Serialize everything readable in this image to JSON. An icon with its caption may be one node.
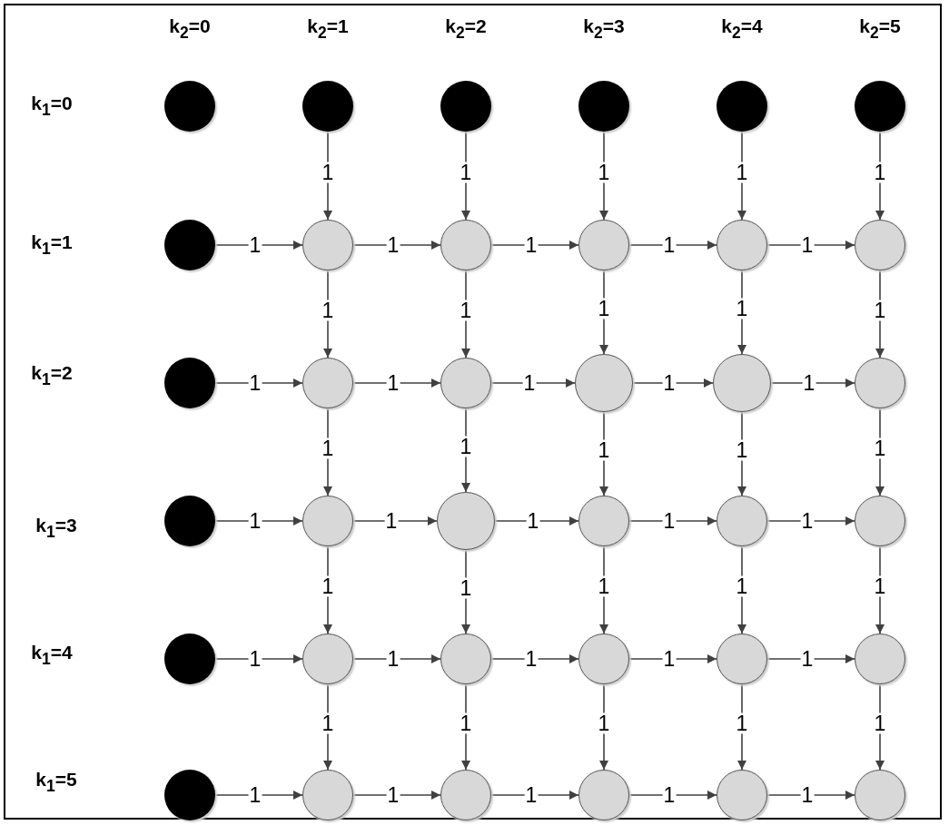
{
  "diagram": {
    "nodes": [
      {
        "text": [],
        "shape": "circle"
      },
      {
        "text": [],
        "shape": "circle"
      },
      {
        "text": [],
        "shape": "circle"
      },
      {
        "text": [],
        "shape": "circle"
      },
      {
        "text": [],
        "shape": "circle"
      },
      {
        "text": [],
        "shape": "circle"
      },
      {
        "text": [],
        "shape": "circle"
      },
      {
        "text": [],
        "shape": "circle"
      },
      {
        "text": [],
        "shape": "circle"
      },
      {
        "text": [],
        "shape": "circle"
      },
      {
        "text": [],
        "shape": "circle"
      },
      {
        "text": [],
        "shape": "circle"
      },
      {
        "text": [],
        "shape": "circle"
      },
      {
        "text": [],
        "shape": "circle"
      },
      {
        "text": [],
        "shape": "circle"
      },
      {
        "text": [],
        "shape": "circle"
      },
      {
        "text": [],
        "shape": "circle"
      },
      {
        "text": [],
        "shape": "circle"
      },
      {
        "text": [],
        "shape": "circle"
      },
      {
        "text": [],
        "shape": "circle"
      },
      {
        "text": [],
        "shape": "circle"
      },
      {
        "text": [],
        "shape": "circle"
      },
      {
        "text": [],
        "shape": "circle"
      },
      {
        "text": [],
        "shape": "circle"
      },
      {
        "text": [],
        "shape": "circle"
      },
      {
        "text": [],
        "shape": "circle"
      },
      {
        "text": [],
        "shape": "circle"
      },
      {
        "text": [],
        "shape": "circle"
      },
      {
        "text": [],
        "shape": "circle"
      },
      {
        "text": [],
        "shape": "circle"
      },
      {
        "text": [],
        "shape": "circle"
      },
      {
        "text": [],
        "shape": "circle"
      },
      {
        "text": [],
        "shape": "circle"
      },
      {
        "text": [],
        "shape": "circle"
      },
      {
        "text": [],
        "shape": "circle"
      },
      {
        "text": [],
        "shape": "circle"
      }
    ],
    "edges": [
      {
        "from": 1,
        "to": 7,
        "arrow": "to",
        "label": "1"
      },
      {
        "from": 2,
        "to": 8,
        "arrow": "to",
        "label": "1"
      },
      {
        "from": 3,
        "to": 9,
        "arrow": "to",
        "label": "1"
      },
      {
        "from": 4,
        "to": 10,
        "arrow": "to",
        "label": "1"
      },
      {
        "from": 5,
        "to": 11,
        "arrow": "to",
        "label": "1"
      },
      {
        "from": 6,
        "to": 7,
        "arrow": "to",
        "label": "1"
      },
      {
        "from": 7,
        "to": 8,
        "arrow": "to",
        "label": "1"
      },
      {
        "from": 8,
        "to": 9,
        "arrow": "to",
        "label": "1"
      },
      {
        "from": 9,
        "to": 10,
        "arrow": "to",
        "label": "1"
      },
      {
        "from": 10,
        "to": 11,
        "arrow": "to",
        "label": "1"
      },
      {
        "from": 7,
        "to": 13,
        "arrow": "to",
        "label": "1"
      },
      {
        "from": 8,
        "to": 14,
        "arrow": "to",
        "label": "1"
      },
      {
        "from": 9,
        "to": 15,
        "arrow": "to",
        "label": "1"
      },
      {
        "from": 10,
        "to": 16,
        "arrow": "to",
        "label": "1"
      },
      {
        "from": 11,
        "to": 17,
        "arrow": "to",
        "label": "1"
      },
      {
        "from": 12,
        "to": 13,
        "arrow": "to",
        "label": "1"
      },
      {
        "from": 13,
        "to": 14,
        "arrow": "to",
        "label": "1"
      },
      {
        "from": 14,
        "to": 15,
        "arrow": "to",
        "label": "1"
      },
      {
        "from": 15,
        "to": 16,
        "arrow": "to",
        "label": "1"
      },
      {
        "from": 16,
        "to": 17,
        "arrow": "to",
        "label": "1"
      },
      {
        "from": 13,
        "to": 19,
        "arrow": "to",
        "label": "1"
      },
      {
        "from": 14,
        "to": 20,
        "arrow": "to",
        "label": "1"
      },
      {
        "from": 15,
        "to": 21,
        "arrow": "to",
        "label": "1"
      },
      {
        "from": 16,
        "to": 22,
        "arrow": "to",
        "label": "1"
      },
      {
        "from": 17,
        "to": 23,
        "arrow": "to",
        "label": "1"
      },
      {
        "from": 18,
        "to": 19,
        "arrow": "to",
        "label": "1"
      },
      {
        "from": 19,
        "to": 20,
        "arrow": "to",
        "label": "1"
      },
      {
        "from": 20,
        "to": 21,
        "arrow": "to",
        "label": "1"
      },
      {
        "from": 21,
        "to": 22,
        "arrow": "to",
        "label": "1"
      },
      {
        "from": 22,
        "to": 23,
        "arrow": "to",
        "label": "1"
      },
      {
        "from": 19,
        "to": 25,
        "arrow": "to",
        "label": "1"
      },
      {
        "from": 20,
        "to": 26,
        "arrow": "to",
        "label": "1"
      },
      {
        "from": 21,
        "to": 27,
        "arrow": "to",
        "label": "1"
      },
      {
        "from": 22,
        "to": 28,
        "arrow": "to",
        "label": "1"
      },
      {
        "from": 23,
        "to": 29,
        "arrow": "to",
        "label": "1"
      },
      {
        "from": 24,
        "to": 25,
        "arrow": "to",
        "label": "1"
      },
      {
        "from": 25,
        "to": 26,
        "arrow": "to",
        "label": "1"
      },
      {
        "from": 26,
        "to": 27,
        "arrow": "to",
        "label": "1"
      },
      {
        "from": 27,
        "to": 28,
        "arrow": "to",
        "label": "1"
      },
      {
        "from": 28,
        "to": 29,
        "arrow": "to",
        "label": "1"
      },
      {
        "from": 25,
        "to": 31,
        "arrow": "to",
        "label": "1"
      },
      {
        "from": 26,
        "to": 32,
        "arrow": "to",
        "label": "1"
      },
      {
        "from": 27,
        "to": 33,
        "arrow": "to",
        "label": "1"
      },
      {
        "from": 28,
        "to": 34,
        "arrow": "to",
        "label": "1"
      },
      {
        "from": 29,
        "to": 35,
        "arrow": "to",
        "label": "1"
      },
      {
        "from": 30,
        "to": 31,
        "arrow": "to",
        "label": "1"
      },
      {
        "from": 31,
        "to": 32,
        "arrow": "to",
        "label": "1"
      },
      {
        "from": 32,
        "to": 33,
        "arrow": "to",
        "label": "1"
      },
      {
        "from": 33,
        "to": 34,
        "arrow": "to",
        "label": "1"
      },
      {
        "from": 34,
        "to": 35,
        "arrow": "to",
        "label": "1"
      }
    ],
    "labels": [
      "k$_{2}$=0",
      "k$_{2}$=1",
      "k$_{2}$=2",
      "k$_{2}$=3",
      "k$_{2}$=4",
      "k$_{2}$=5",
      "k$_{1}$=0",
      "k$_{1}$=1",
      "k$_{1}$=2",
      "k$_{1}$=3",
      "k$_{1}$=4",
      "k$_{1}$=5"
    ]
  }
}
